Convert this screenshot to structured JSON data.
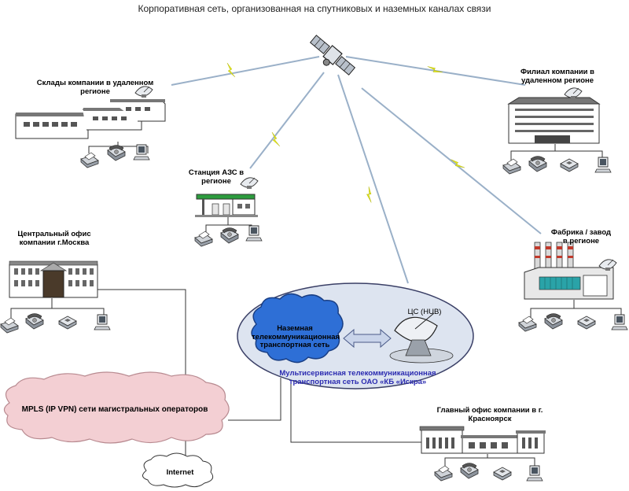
{
  "title": "Корпоративная сеть, организованная  на спутниковых  и наземных каналах связи",
  "nodes": {
    "warehouses": "Склады компании в удаленном регионе",
    "branch": "Филиал компании в удаленном регионе",
    "gas_station": "Станция АЗС в регионе",
    "factory": "Фабрика / завод в регионе",
    "central_office": "Центральный офис компании г.Москва",
    "main_office": "Главный офис компании в г. Красноярск"
  },
  "clouds": {
    "terrestrial": "Наземная телекоммуникационная транспортная сеть",
    "hub": "ЦС (HUB)",
    "multiservice": "Мультисервисная телекоммуникационная транспортная сеть ОАО «КБ «Искра»",
    "mpls": "MPLS (IP VPN) сети магистральных операторов",
    "internet": "Internet"
  },
  "colors": {
    "link_beam": "#9ab0c8",
    "lightning": "#e3e81e",
    "cloud_blue": "#2e6fd6",
    "cloud_pink": "#f3cfd3",
    "ellipse_fill": "#dde4f0",
    "multiservice_text": "#2a2ab0"
  },
  "icons": [
    "satellite-icon",
    "dish-icon",
    "fax-icon",
    "phone-icon",
    "router-icon",
    "computer-icon",
    "building-icon",
    "factory-icon"
  ]
}
